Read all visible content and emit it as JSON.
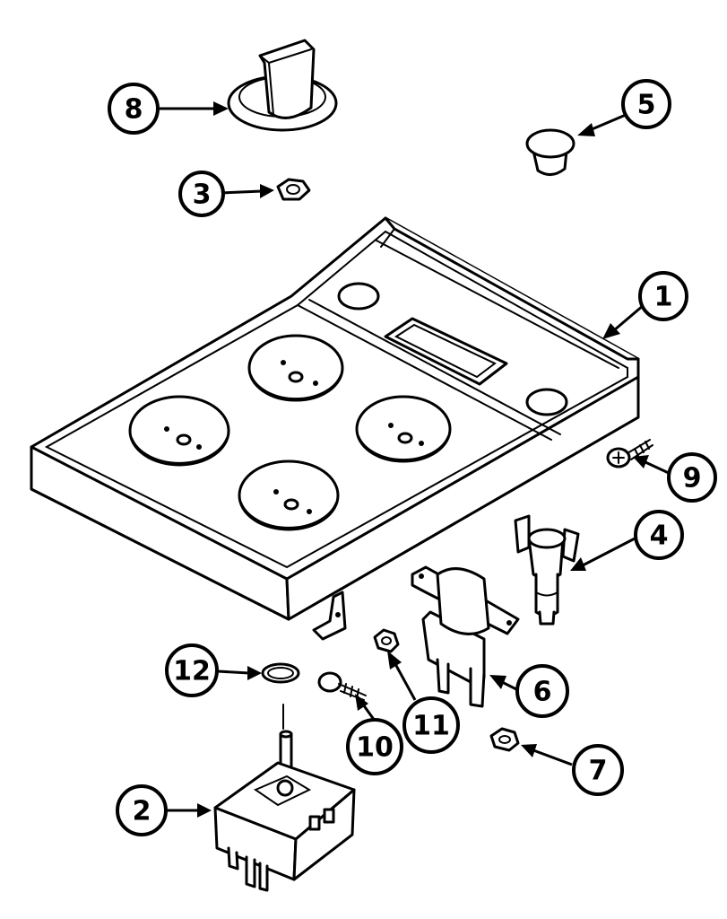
{
  "callouts": [
    {
      "id": "c1",
      "label": "1"
    },
    {
      "id": "c2",
      "label": "2"
    },
    {
      "id": "c3",
      "label": "3"
    },
    {
      "id": "c4",
      "label": "4"
    },
    {
      "id": "c5",
      "label": "5"
    },
    {
      "id": "c6",
      "label": "6"
    },
    {
      "id": "c7",
      "label": "7"
    },
    {
      "id": "c8",
      "label": "8"
    },
    {
      "id": "c9",
      "label": "9"
    },
    {
      "id": "c10",
      "label": "10"
    },
    {
      "id": "c11",
      "label": "11"
    },
    {
      "id": "c12",
      "label": "12"
    }
  ],
  "colors": {
    "ink": "#000000",
    "paper": "#ffffff"
  }
}
